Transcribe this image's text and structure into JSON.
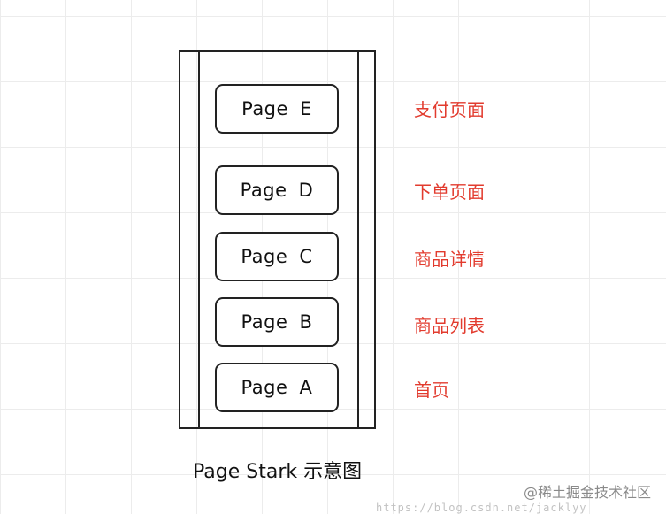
{
  "pages": [
    {
      "label": "Page E",
      "description": "支付页面"
    },
    {
      "label": "Page D",
      "description": "下单页面"
    },
    {
      "label": "Page C",
      "description": "商品详情"
    },
    {
      "label": "Page B",
      "description": "商品列表"
    },
    {
      "label": "Page A",
      "description": "首页"
    }
  ],
  "caption": "Page Stark 示意图",
  "watermark": {
    "community": "@稀土掘金技术社区",
    "url": "https://blog.csdn.net/jacklyy"
  },
  "colors": {
    "description": "#e23b2e",
    "stroke": "#222222"
  }
}
